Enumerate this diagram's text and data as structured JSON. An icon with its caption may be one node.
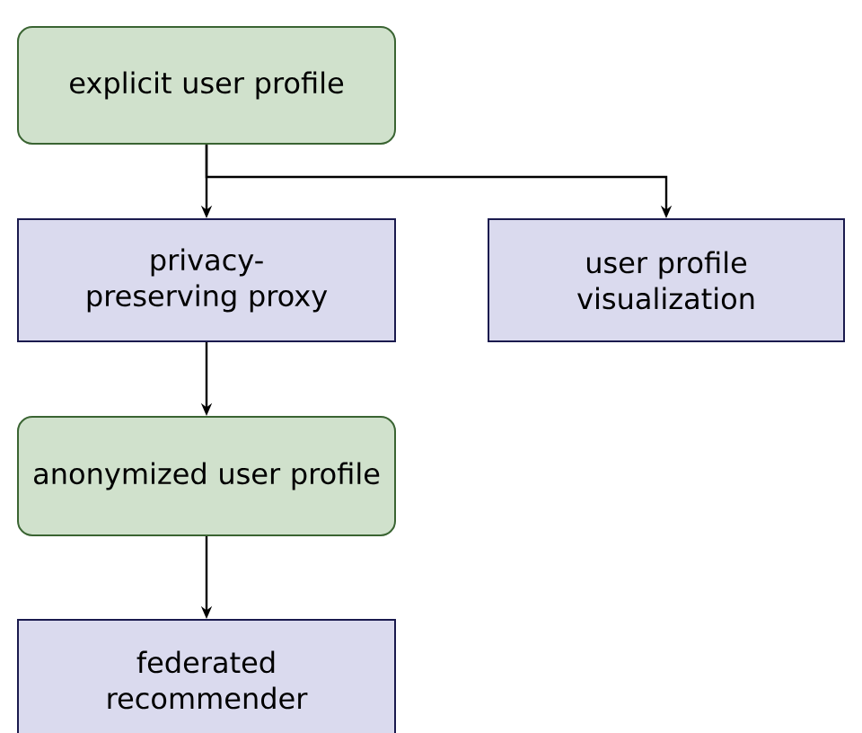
{
  "diagram": {
    "nodes": [
      {
        "text": [
          "explicit user profile"
        ]
      },
      {
        "text": [
          "privacy-preserving proxy"
        ]
      },
      {
        "text": [
          "user profile visualization"
        ]
      },
      {
        "text": [
          "anonymized user profile"
        ]
      },
      {
        "text": [
          "federated recommender"
        ]
      }
    ],
    "edges": [
      {
        "from": 0,
        "to": 1,
        "arrow": "to"
      },
      {
        "from": 0,
        "to": 2,
        "arrow": "to"
      },
      {
        "from": 1,
        "to": 3,
        "arrow": "to"
      },
      {
        "from": 3,
        "to": 4,
        "arrow": "to"
      }
    ]
  }
}
